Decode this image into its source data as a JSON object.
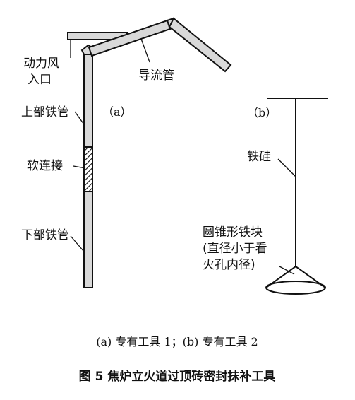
{
  "panel_a": {
    "tag": "（a）",
    "labels": {
      "power_wind_inlet_line1": "动力风",
      "power_wind_inlet_line2": "入口",
      "guide_pipe": "导流管",
      "upper_iron_pipe": "上部铁管",
      "soft_connection": "软连接",
      "lower_iron_pipe": "下部铁管"
    }
  },
  "panel_b": {
    "tag": "（b）",
    "labels": {
      "iron_silicon": "铁硅",
      "cone_block_line1": "圆锥形铁块",
      "cone_block_line2": "(直径小于看",
      "cone_block_line3": "火孔内径)"
    }
  },
  "subcaption": "(a) 专有工具 1；(b) 专有工具 2",
  "caption": "图 5  焦炉立火道过顶砖密封抹补工具",
  "colors": {
    "pipe_fill": "#d9d9d9",
    "stroke": "#111111",
    "background": "#ffffff"
  }
}
